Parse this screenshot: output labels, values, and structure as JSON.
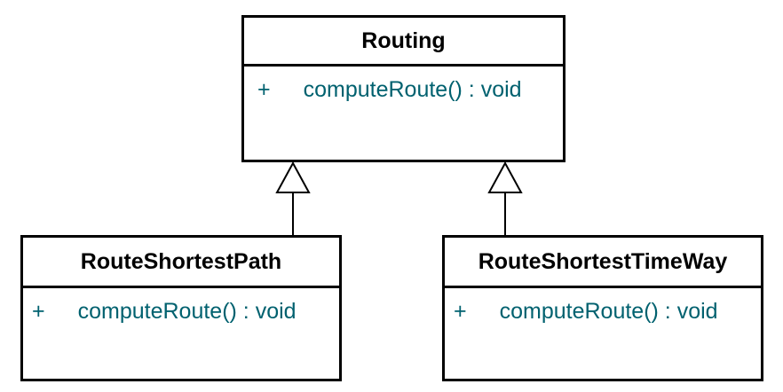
{
  "diagram": {
    "kind": "UML class diagram",
    "background": "#ffffff",
    "border_color": "#000000",
    "name_color": "#000000",
    "method_text_color": "#00616f",
    "classes": [
      {
        "name": "Routing",
        "methods": [
          {
            "visibility": "+",
            "signature": "computeRoute() : void"
          }
        ]
      },
      {
        "name": "RouteShortestPath",
        "methods": [
          {
            "visibility": "+",
            "signature": "computeRoute() : void"
          }
        ]
      },
      {
        "name": "RouteShortestTimeWay",
        "methods": [
          {
            "visibility": "+",
            "signature": "computeRoute() : void"
          }
        ]
      }
    ],
    "relationships": [
      {
        "type": "generalization",
        "from": "RouteShortestPath",
        "to": "Routing"
      },
      {
        "type": "generalization",
        "from": "RouteShortestTimeWay",
        "to": "Routing"
      }
    ]
  }
}
